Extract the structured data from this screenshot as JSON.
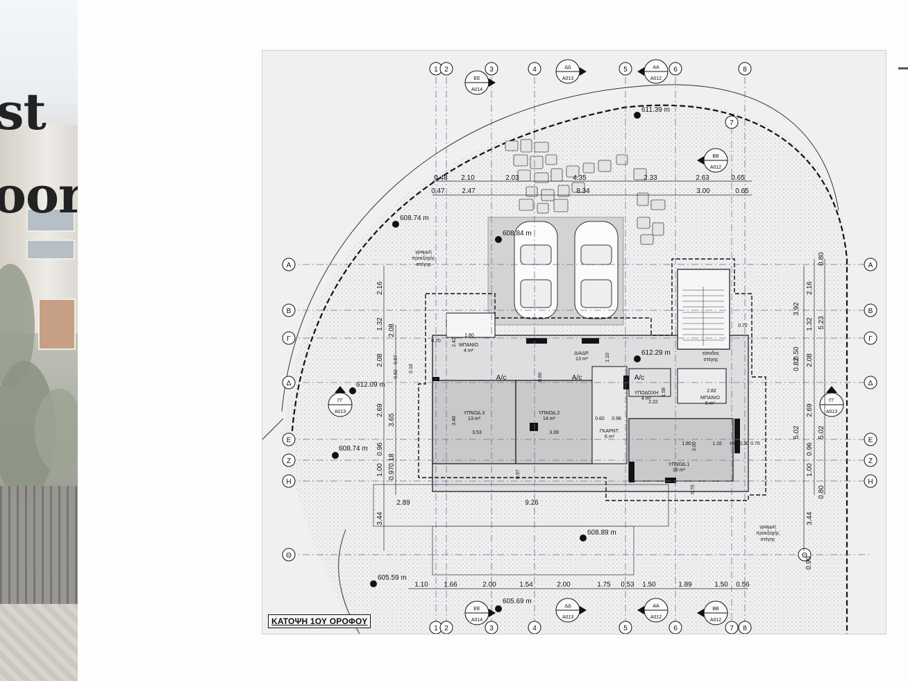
{
  "hero": {
    "line1": "st",
    "line2": "oor"
  },
  "plan": {
    "title": "ΚΑΤΟΨΗ 1ΟΥ ΟΡΟΦΟΥ",
    "grid_top": [
      "1",
      "2",
      "3",
      "4",
      "5",
      "6",
      "8"
    ],
    "grid_top_extra": [
      "7"
    ],
    "grid_bottom": [
      "1",
      "2",
      "3",
      "4",
      "5",
      "6",
      "7",
      "8"
    ],
    "grid_rows": [
      "Α",
      "Β",
      "Γ",
      "Δ",
      "Ε",
      "Ζ",
      "Η",
      "Θ"
    ],
    "section_marks": [
      {
        "code": "ΕΕ",
        "ref": "A014"
      },
      {
        "code": "ΔΔ",
        "ref": "A013"
      },
      {
        "code": "ΑΑ",
        "ref": "A012"
      },
      {
        "code": "ΒΒ",
        "ref": "A012"
      },
      {
        "code": "ΓΓ",
        "ref": "A013"
      }
    ],
    "levels": [
      "611.39 m",
      "608.74 m",
      "608.84 m",
      "612.29 m",
      "612.09 m",
      "608.74 m",
      "608.89 m",
      "605.59 m",
      "605.69 m"
    ],
    "top_dims_row1": [
      "0.48",
      "2.10",
      "2.03",
      "4.35",
      "2.33",
      "2.63",
      "0.65"
    ],
    "top_dims_row2": [
      "0.47",
      "2.47",
      "8.34",
      "3.00",
      "0.65"
    ],
    "bottom_dims": [
      "1.10",
      "1.66",
      "2.00",
      "1.54",
      "2.00",
      "1.75",
      "0.53",
      "1.50",
      "1.89",
      "1.50",
      "0.56"
    ],
    "left_dims": [
      "2.16",
      "1.32",
      "2.08",
      "2.08",
      "2.69",
      "3.65",
      "0.96",
      "1.00",
      "0.18",
      "0.97",
      "3.44"
    ],
    "right_dims": [
      "0.80",
      "2.16",
      "3.92",
      "1.32",
      "5.23",
      "0.82",
      "0.50",
      "2.08",
      "2.69",
      "5.02",
      "5.02",
      "0.96",
      "1.00",
      "0.80",
      "3.44",
      "0.90"
    ],
    "misc_dims": [
      "2.89",
      "9.26",
      "0.97",
      "0.67",
      "0.52",
      "0.18",
      "0.70",
      "3.48",
      "3.53",
      "3.39",
      "0.60",
      "0.98",
      "1.80",
      "1.16",
      "0.60",
      "0.30",
      "0.70",
      "2.82",
      "2.22",
      "1.58",
      "1.10",
      "0.70",
      "1.80",
      "2.42",
      "0.70",
      "0.60",
      "3.00"
    ],
    "rooms": [
      {
        "name": "ΥΠΝΟΔ.3",
        "area": "13 m²"
      },
      {
        "name": "ΥΠΝΟΔ.2",
        "area": "14 m²"
      },
      {
        "name": "ΥΠΝΟΔ.1",
        "area": "16 m²"
      },
      {
        "name": "ΔΙΑΔΡ.",
        "area": "13 m²"
      },
      {
        "name": "ΜΠΑΝΙΟ",
        "area": "4 m²"
      },
      {
        "name": "ΜΠΑΝΙΟ",
        "area": "5 m²"
      },
      {
        "name": "ΥΠΟΔΟΧΗ",
        "area": "4 m²"
      },
      {
        "name": "ΓΚΑΡΝΤ.",
        "area": "6 m²"
      }
    ],
    "labels": {
      "roof_line_left": [
        "γραμμή",
        "προεξοχής",
        "στέγης"
      ],
      "roof_line_right": [
        "γραμμή",
        "προεξοχής",
        "στέγης"
      ],
      "entrance": [
        "είσοδος",
        "στέγης"
      ],
      "ac": "A/c"
    }
  }
}
